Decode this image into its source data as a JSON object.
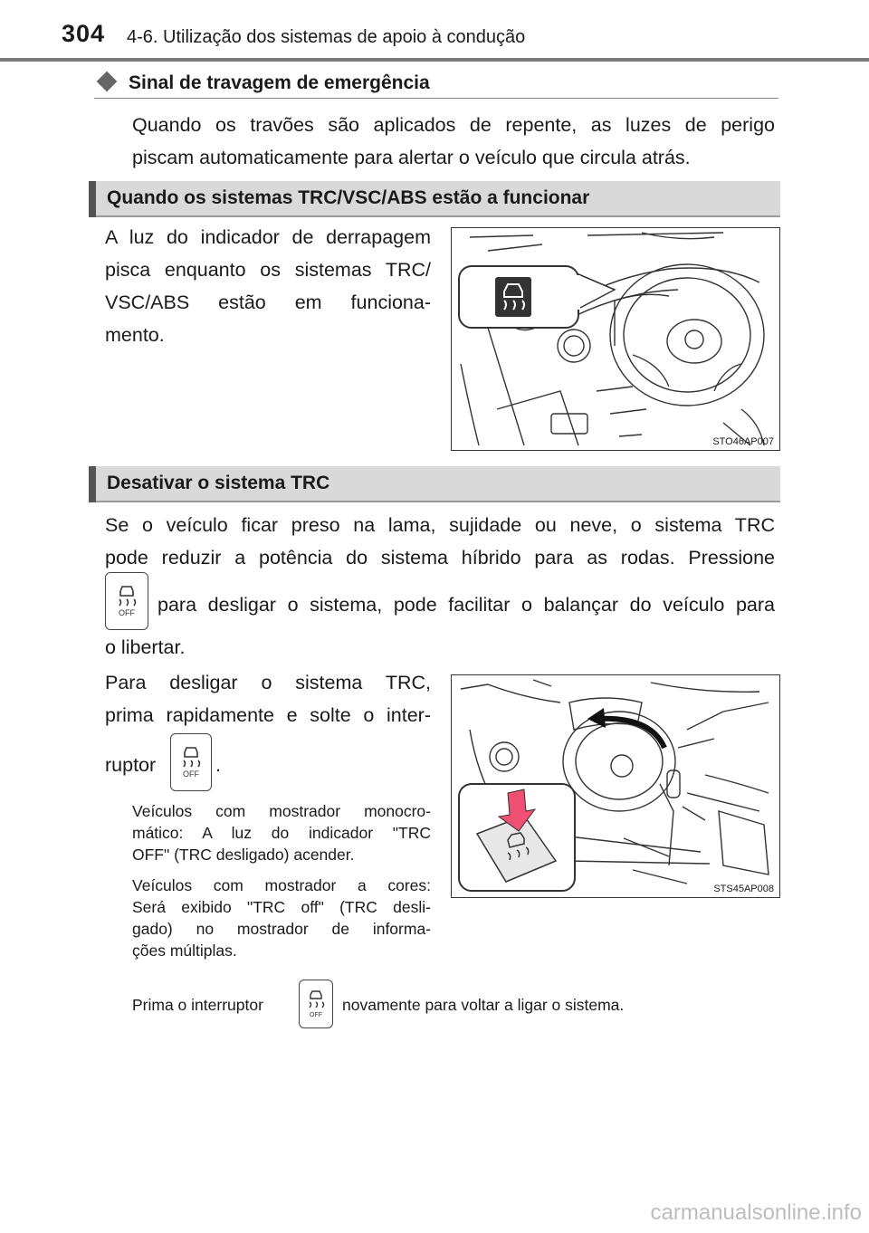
{
  "header": {
    "page_number": "304",
    "section": "4-6. Utilização dos sistemas de apoio à condução"
  },
  "emergency_signal": {
    "title": "Sinal de travagem de emergência",
    "body_line1": "Quando os travões são aplicados de repente, as luzes de perigo",
    "body_line2": "piscam automaticamente para alertar o veículo que circula atrás."
  },
  "trc_active": {
    "heading": "Quando os sistemas TRC/VSC/ABS estão a funcionar",
    "body_line1": "A luz do indicador de derrapagem",
    "body_line2": "pisca enquanto os sistemas TRC/",
    "body_line3": "VSC/ABS estão em funciona-",
    "body_line4": "mento.",
    "figure_code": "STO46AP007"
  },
  "disable_trc": {
    "heading": "Desativar o sistema TRC",
    "intro_line1": "Se o veículo ficar preso na lama, sujidade ou neve, o sistema TRC",
    "intro_line2": "pode reduzir a potência do sistema híbrido para as rodas. Pressione",
    "intro_line3": "para desligar o sistema, pode facilitar o balançar do veículo para",
    "intro_line4": "o libertar.",
    "step_line1": "Para desligar o sistema TRC,",
    "step_line2": "prima rapidamente e solte o inter-",
    "step_line3_a": "ruptor",
    "step_line3_b": ".",
    "note1_line1": "Veículos com mostrador monocro-",
    "note1_line2": "mático: A luz do indicador \"TRC",
    "note1_line3": "OFF\" (TRC desligado) acender.",
    "note2_line1": "Veículos com mostrador a cores:",
    "note2_line2": "Será exibido \"TRC off\" (TRC desli-",
    "note2_line3": "gado) no mostrador de informa-",
    "note2_line4": "ções múltiplas.",
    "reenable_a": "Prima o interruptor",
    "reenable_b": "novamente para voltar a ligar o sistema.",
    "figure_code": "STS45AP008",
    "button_label": "OFF"
  },
  "footer": {
    "watermark": "carmanualsonline.info"
  }
}
